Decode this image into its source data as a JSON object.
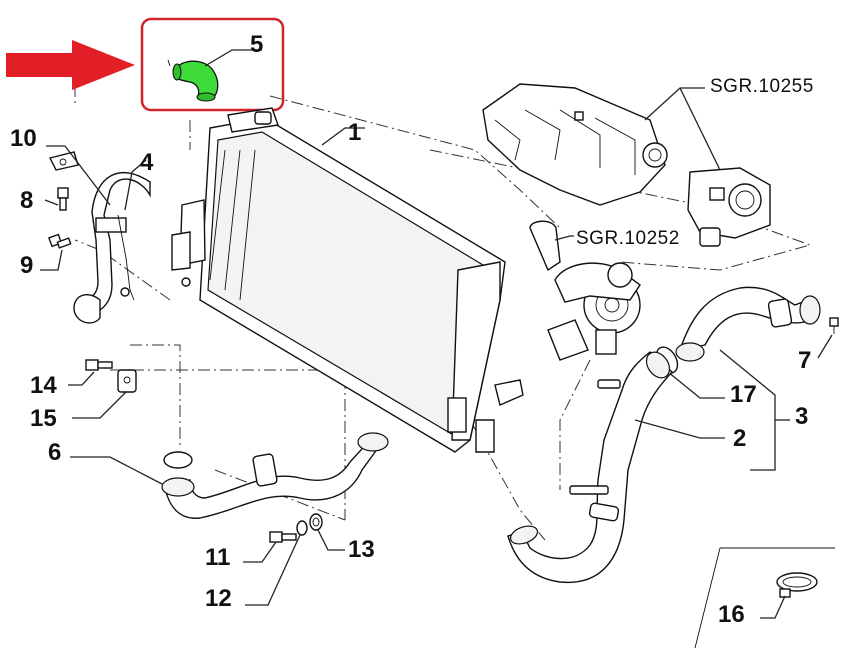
{
  "diagram": {
    "callouts": {
      "c1": "1",
      "c2": "2",
      "c3": "3",
      "c4": "4",
      "c5": "5",
      "c6": "6",
      "c7": "7",
      "c8": "8",
      "c9": "9",
      "c10": "10",
      "c11": "11",
      "c12": "12",
      "c13": "13",
      "c14": "14",
      "c15": "15",
      "c16": "16",
      "c17": "17"
    },
    "references": {
      "manifold": "SGR.10255",
      "turbo": "SGR.10252"
    },
    "highlight": {
      "part": "5",
      "frame_color": "#d0232a",
      "arrow_color": "#e21f26",
      "part_color": "#3ddc3a"
    }
  }
}
